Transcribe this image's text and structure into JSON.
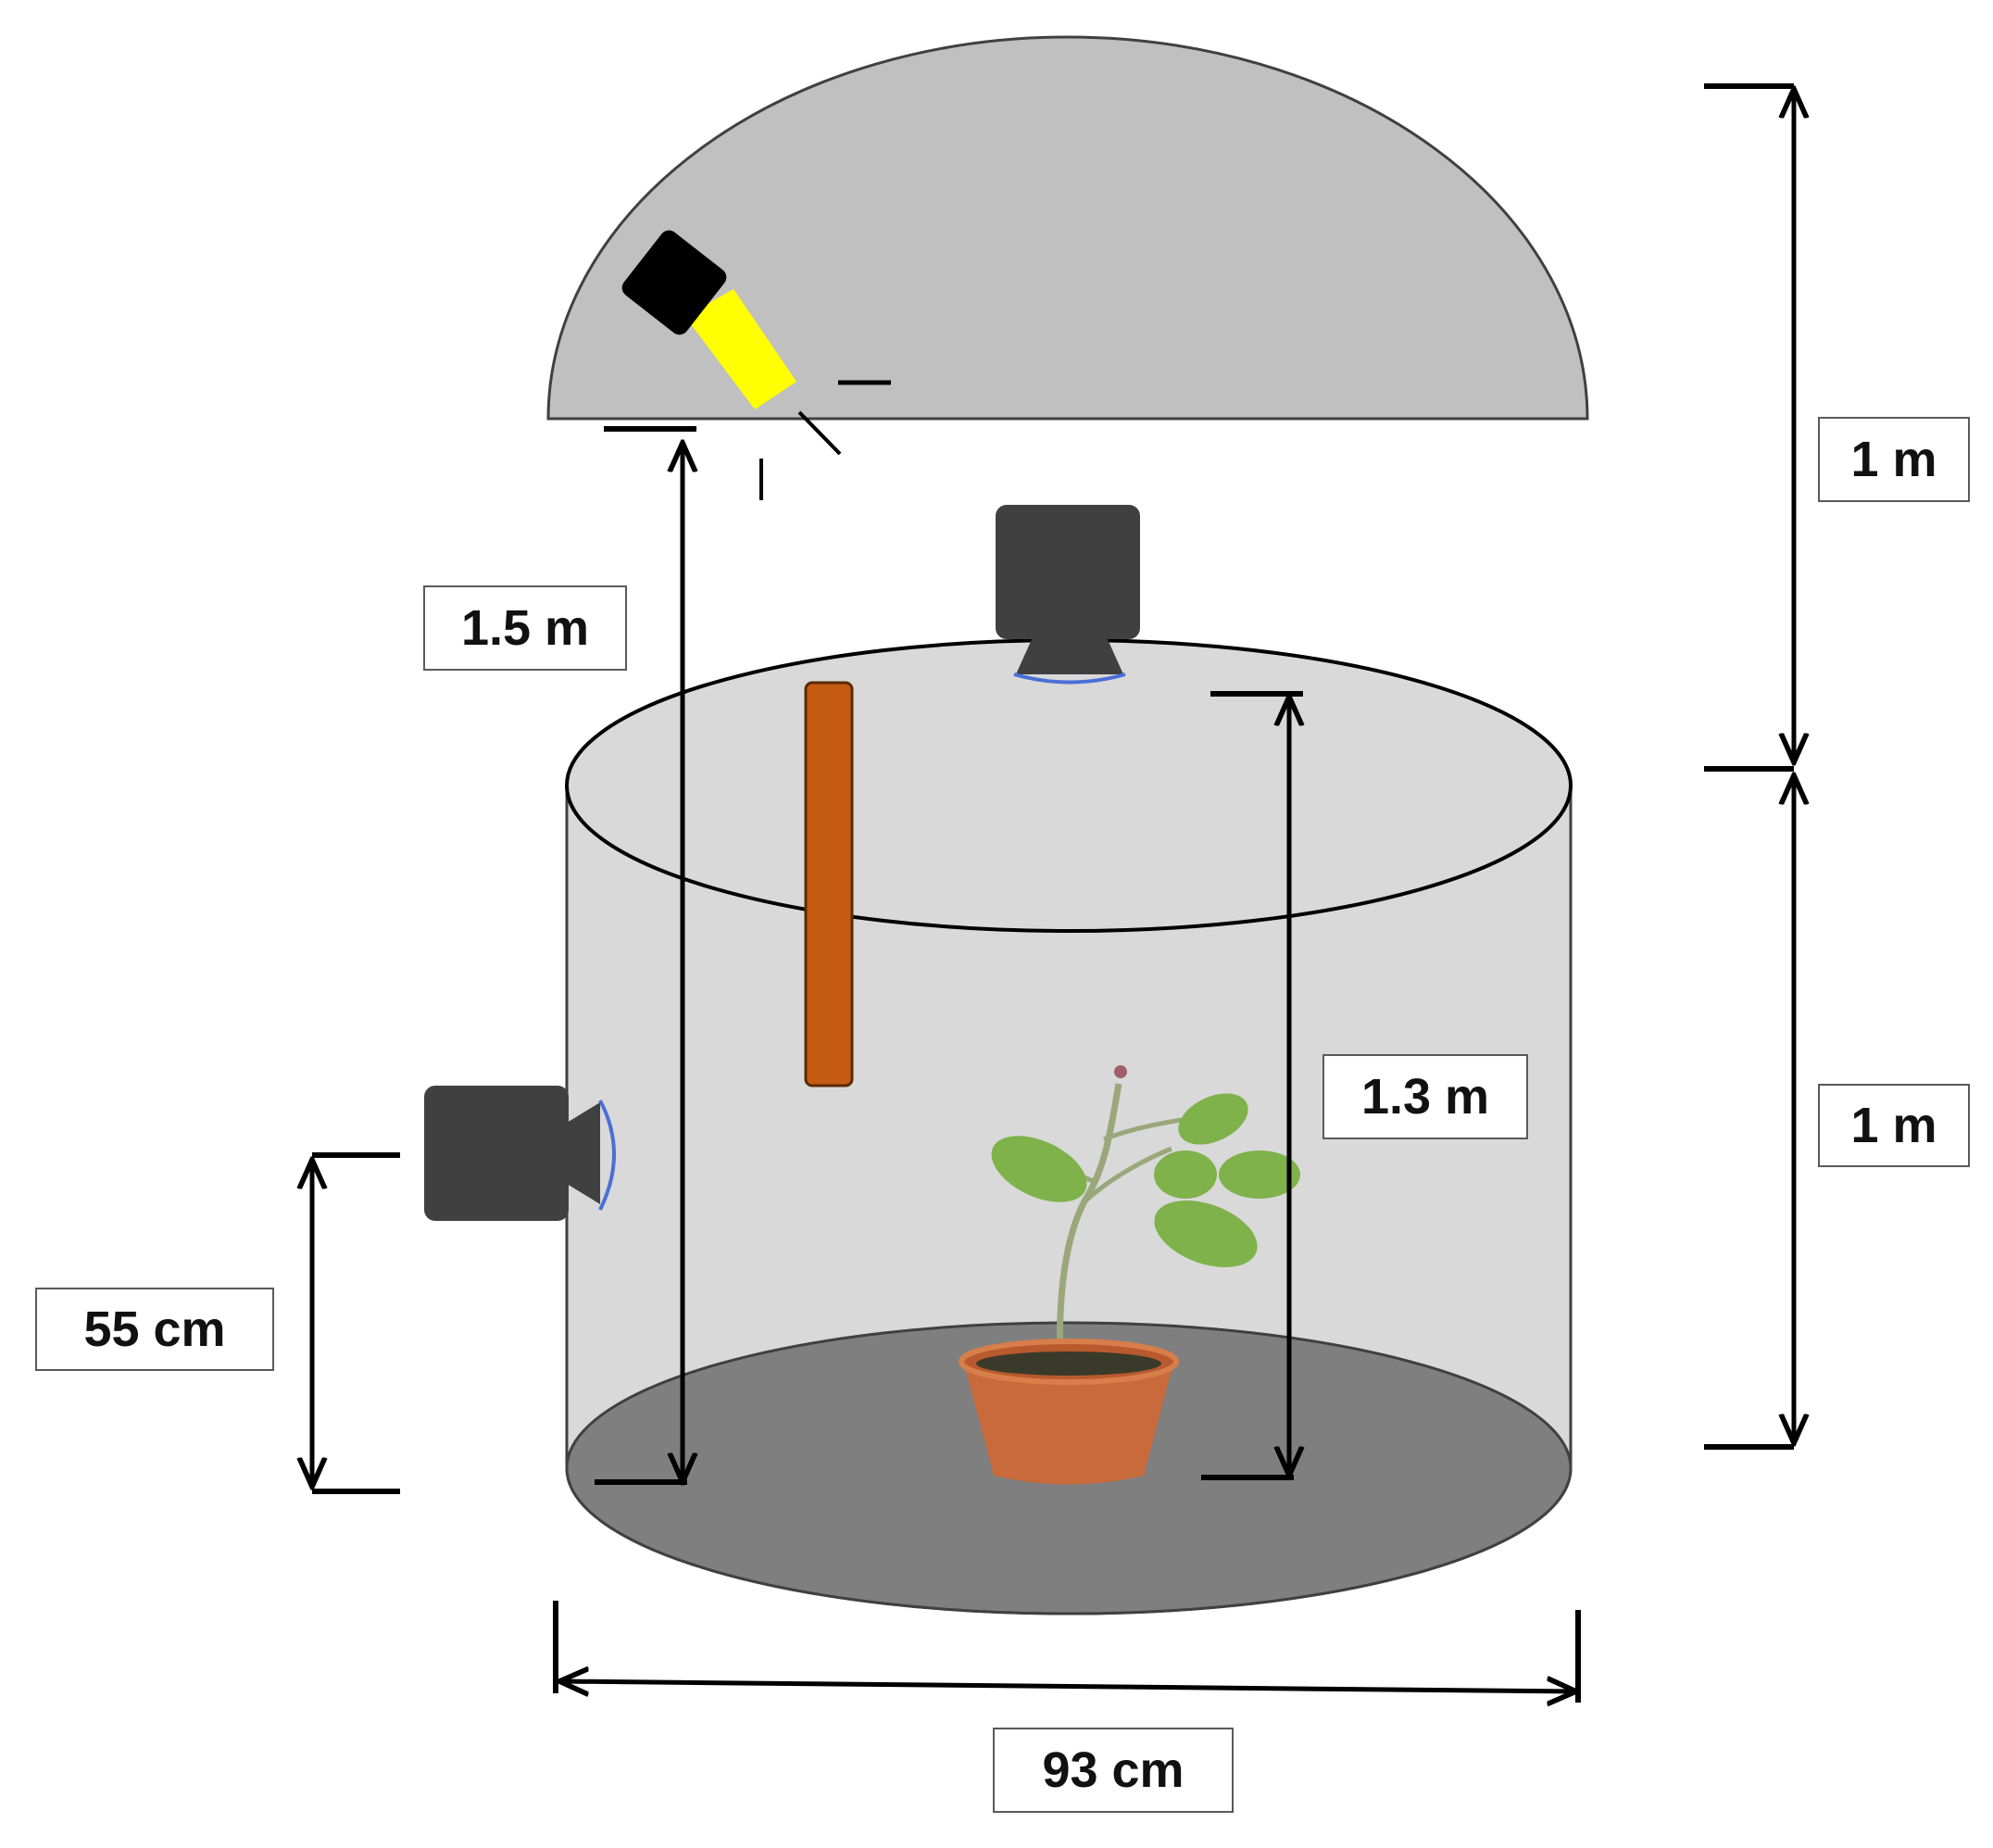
{
  "labels": {
    "dome_height": "1 m",
    "chamber_height": "1 m",
    "top_camera_height": "1.5 m",
    "sensor_height": "1.3 m",
    "side_camera_height": "55 cm",
    "diameter": "93 cm"
  },
  "colors": {
    "dome_fill": "#c0c0c0",
    "cylinder_fill": "#d9d9d9",
    "floor_fill": "#7f7f7f",
    "camera_body": "#404040",
    "lens_ring": "#4a6fd6",
    "light_bar": "#c55a11",
    "lamp_head": "#000000",
    "lamp_beam": "#ffff00",
    "pot": "#c86a3c",
    "leaf": "#7fb24a",
    "arrow": "#000000"
  }
}
